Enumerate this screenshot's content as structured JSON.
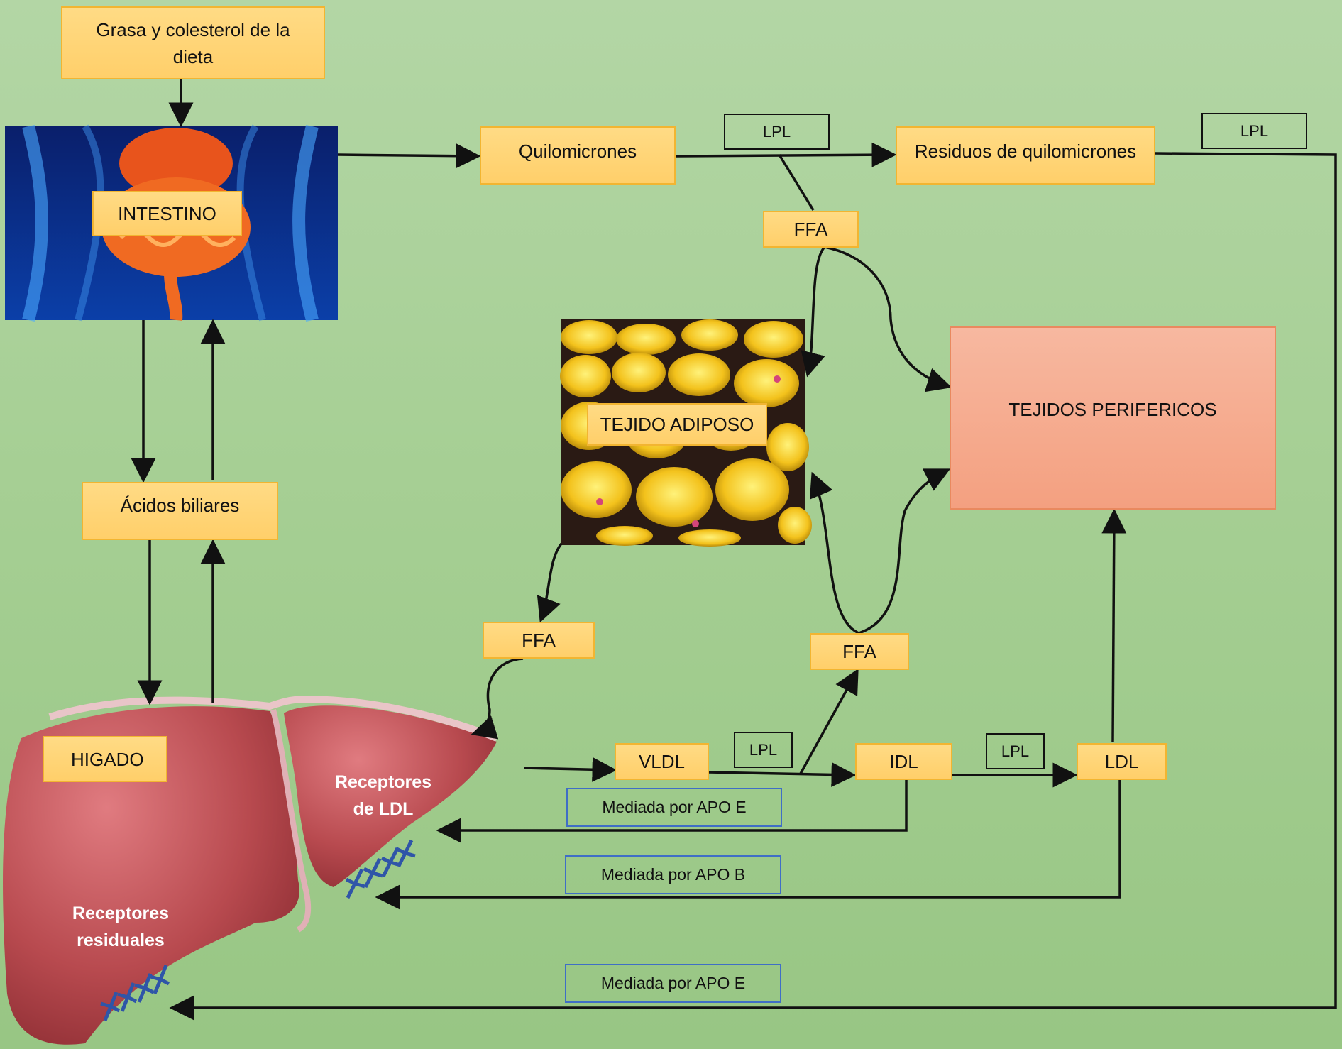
{
  "nodes": {
    "dieta": "Grasa y colesterol de la dieta",
    "intestino": "INTESTINO",
    "quilomicrones": "Quilomicrones",
    "residuos": "Residuos de quilomicrones",
    "ffa_top": "FFA",
    "tejido_adiposo": "TEJIDO ADIPOSO",
    "tejidos_perifericos": "TEJIDOS PERIFERICOS",
    "acidos_biliares": "Ácidos biliares",
    "ffa_left": "FFA",
    "ffa_right": "FFA",
    "higado": "HIGADO",
    "vldl": "VLDL",
    "idl": "IDL",
    "ldl": "LDL"
  },
  "lpl_labels": [
    "LPL",
    "LPL",
    "LPL",
    "LPL"
  ],
  "mediada": [
    "Mediada por APO E",
    "Mediada por APO B",
    "Mediada por APO E"
  ],
  "liver_labels": {
    "receptores_ldl_line1": "Receptores",
    "receptores_ldl_line2": "de LDL",
    "receptores_residuales_line1": "Receptores",
    "receptores_residuales_line2": "residuales"
  },
  "colors": {
    "background": "#a6cf94",
    "box_fill": "#ffd476",
    "box_border": "#f2b531",
    "periph_fill": "#f6ac8e",
    "mediada_border": "#3f6ec6",
    "liver": "#b84a4f",
    "receptor_glyph": "#2f55a8"
  }
}
